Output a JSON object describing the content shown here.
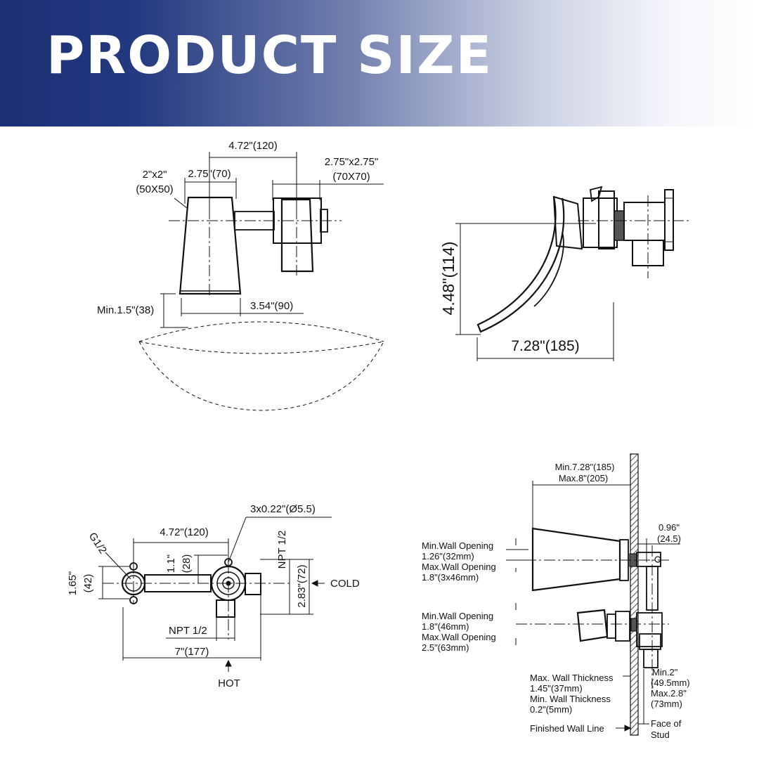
{
  "header": {
    "title": "PRODUCT SIZE",
    "colors": {
      "dark": "#1b2f74",
      "light": "#ffffff"
    }
  },
  "front_view": {
    "spacing": "4.72\"(120)",
    "handle_size": "2.75\"x2.75\"",
    "handle_size_mm": "(70X70)",
    "spout_size": "2\"x2\"",
    "spout_size_mm": "(50X50)",
    "spout_width": "2.75\"(70)",
    "min_height": "Min.1.5\"(38)",
    "projection": "3.54\"(90)"
  },
  "side_view": {
    "height": "4.48\"(114)",
    "reach": "7.28\"(185)"
  },
  "valve_view": {
    "holes": "3x0.22\"(Ø5.5)",
    "spacing": "4.72\"(120)",
    "thread": "G1/2",
    "left_height": "1.65\"",
    "left_height_mm": "(42)",
    "offset": "1.1\"",
    "offset_mm": "(28)",
    "npt_right": "NPT 1/2",
    "depth": "2.83\"(72)",
    "cold": "COLD",
    "npt_bottom": "NPT 1/2",
    "width": "7\"(177)",
    "hot": "HOT"
  },
  "install_view": {
    "reach_min": "Min.7.28\"(185)",
    "reach_max": "Max.8\"(205)",
    "depth": "0.96\"",
    "depth_mm": "(24.5)",
    "spout_open_min_label": "Min.Wall Opening",
    "spout_open_min": "1.26\"(32mm)",
    "spout_open_max_label": "Max.Wall Opening",
    "spout_open_max": "1.8\"(3x46mm)",
    "handle_open_min_label": "Min.Wall Opening",
    "handle_open_min": "1.8\"(46mm)",
    "handle_open_max_label": "Max.Wall Opening",
    "handle_open_max": "2.5\"(63mm)",
    "wall_max_label": "Max. Wall Thickness",
    "wall_max": "1.45\"(37mm)",
    "wall_min_label": "Min. Wall Thickness",
    "wall_min": "0.2\"(5mm)",
    "finished_wall": "Finished Wall Line",
    "stud_min": "Min.2\"",
    "stud_min_mm": "(49.5mm)",
    "stud_max": "Max.2.8\"",
    "stud_max_mm": "(73mm)",
    "face_of": "Face of",
    "stud": "Stud"
  }
}
